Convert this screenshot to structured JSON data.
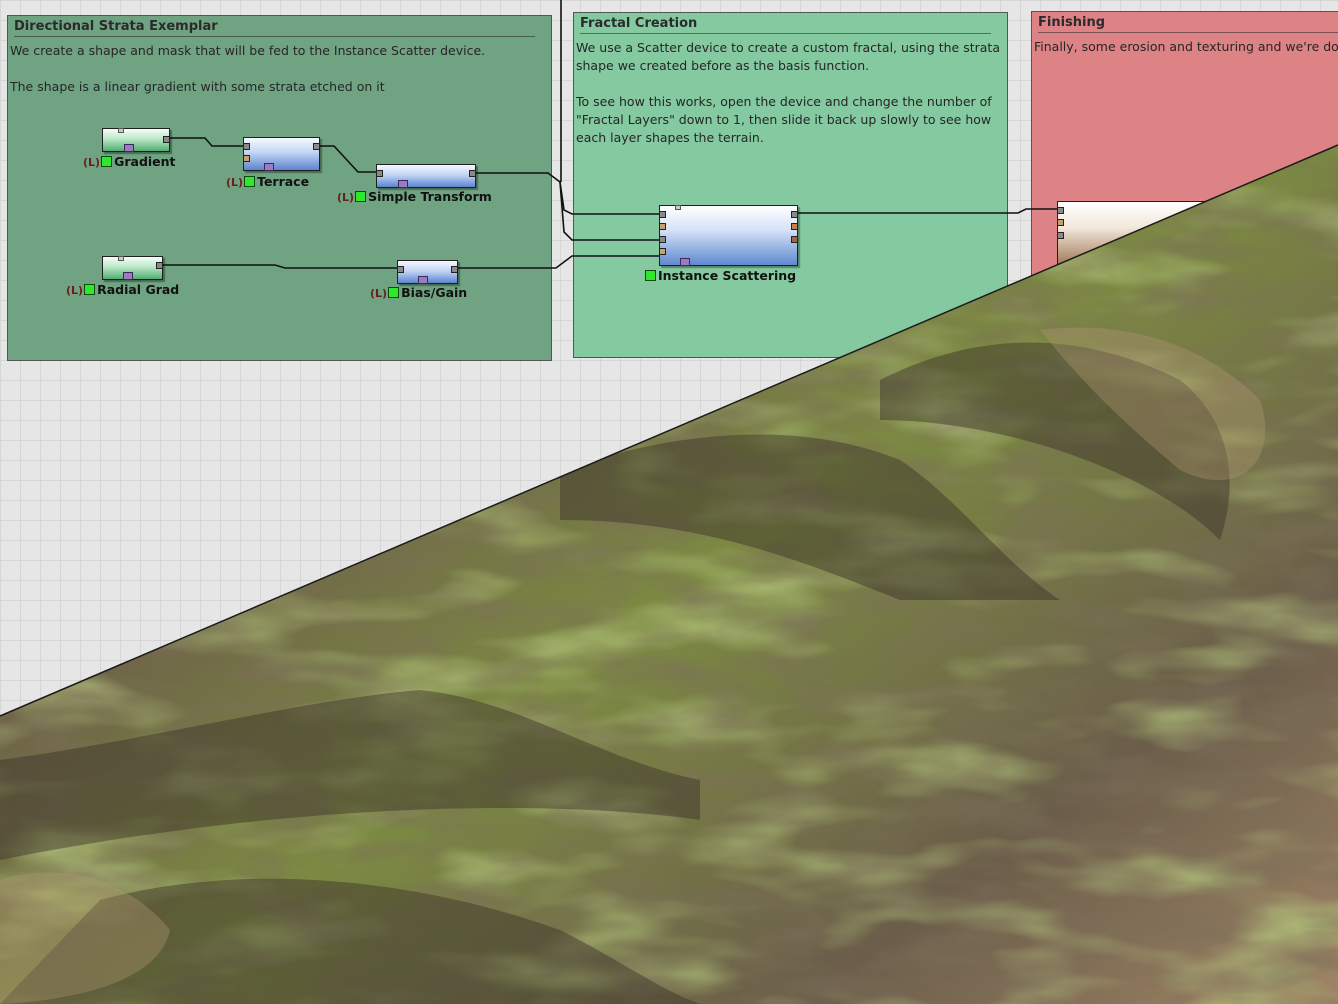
{
  "groups": {
    "strata": {
      "title": "Directional Strata Exemplar",
      "description": "We create a shape and mask that will be fed to the Instance Scatter device.\n\nThe shape is a linear gradient with some strata etched on it",
      "color": "#6fa382"
    },
    "fractal": {
      "title": "Fractal Creation",
      "description": "We use a Scatter device to create a custom fractal, using the strata shape we created before as the basis function.\n\nTo see how this works, open the device and change the number of \"Fractal Layers\" down to 1, then slide it back up slowly to see how each layer shapes the terrain.",
      "color": "#84c9a0"
    },
    "finishing": {
      "title": "Finishing",
      "description": "Finally, some erosion and texturing and we're do",
      "color": "#dd8285"
    }
  },
  "nodes": {
    "gradient": {
      "lock": "(L)",
      "label": "Gradient"
    },
    "terrace": {
      "lock": "(L)",
      "label": "Terrace"
    },
    "simple_transform": {
      "lock": "(L)",
      "label": "Simple Transform"
    },
    "radial_grad": {
      "lock": "(L)",
      "label": "Radial Grad"
    },
    "bias_gain": {
      "lock": "(L)",
      "label": "Bias/Gain"
    },
    "instance_scattering": {
      "label": "Instance Scattering"
    }
  },
  "terrain_render": {
    "colors": {
      "rock": "#7a6a58",
      "grass": "#6f8a3a",
      "sand": "#a88a66",
      "shadow": "#3a3128"
    }
  }
}
